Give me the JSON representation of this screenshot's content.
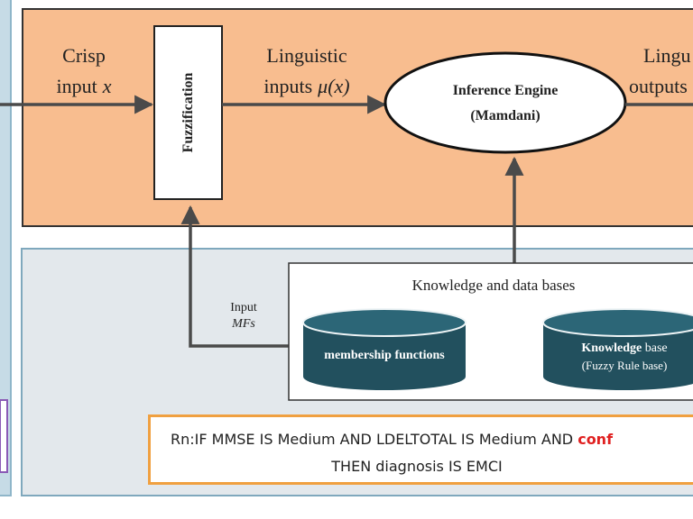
{
  "colors": {
    "fuzzy_panel": "#f8bd8f",
    "bottom_panel": "#e3e8ec",
    "left_strip": "#c6dbe6",
    "cylinder": "#22505e",
    "rule_border": "#f0a040",
    "rule_highlight": "#e02020",
    "arrow": "#4a4a4a"
  },
  "inputs": {
    "crisp_line1": "Crisp",
    "crisp_line2": "input",
    "crisp_var": "x",
    "linguistic_line1": "Linguistic",
    "linguistic_line2": "inputs",
    "linguistic_var": "μ(x)"
  },
  "outputs": {
    "linguistic_line1": "Lingu",
    "linguistic_line2": "outputs"
  },
  "fuzzification": {
    "label": "Fuzzification"
  },
  "inference_engine": {
    "line1": "Inference Engine",
    "line2": "(Mamdani)"
  },
  "knowledge": {
    "title": "Knowledge  and data bases",
    "input_mfs_line1": "Input",
    "input_mfs_line2": "MFs",
    "membership": "membership functions",
    "kb_bold": "Knowledge",
    "kb_rest": " base",
    "kb_line2": "(Fuzzy Rule base)"
  },
  "rule": {
    "line1_prefix": "Rn:IF MMSE IS Medium  AND LDELTOTAL IS Medium  AND ",
    "line1_highlight": "conf",
    "line2": "THEN diagnosis  IS EMCI"
  }
}
